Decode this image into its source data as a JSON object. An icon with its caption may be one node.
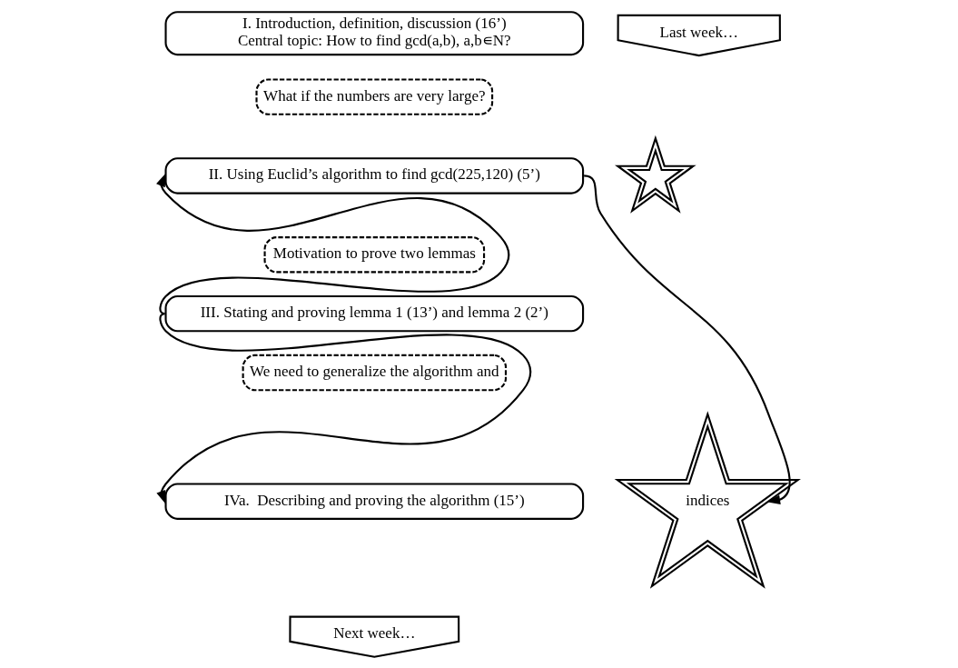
{
  "diagram": {
    "nodes": [
      {
        "text": [
          "I. Introduction, definition, discussion (16’)",
          "Central topic: How to find gcd(a,b), a,b∊N?"
        ]
      },
      {
        "text": [
          "Last week…"
        ]
      },
      {
        "text": [
          "What if the numbers are very large?"
        ]
      },
      {
        "text": [
          "II. Using Euclid’s algorithm to find gcd(225,120) (5’)"
        ]
      },
      {
        "text": [],
        "shape": "star"
      },
      {
        "text": [
          "Motivation to prove two lemmas"
        ]
      },
      {
        "text": [
          "III. Stating and proving lemma 1 (13’) and lemma 2 (2’)"
        ]
      },
      {
        "text": [
          "We need to generalize the algorithm and"
        ]
      },
      {
        "text": [
          "IVa.  Describing and proving the algorithm (15’)"
        ]
      },
      {
        "text": [
          "indices"
        ]
      },
      {
        "text": [
          "Next week…"
        ]
      }
    ],
    "edges": [
      {
        "from": 6,
        "to": 3,
        "arrow": "to"
      },
      {
        "from": 6,
        "to": 8,
        "arrow": "to"
      },
      {
        "from": 3,
        "to": 9,
        "arrow": "to"
      }
    ]
  }
}
